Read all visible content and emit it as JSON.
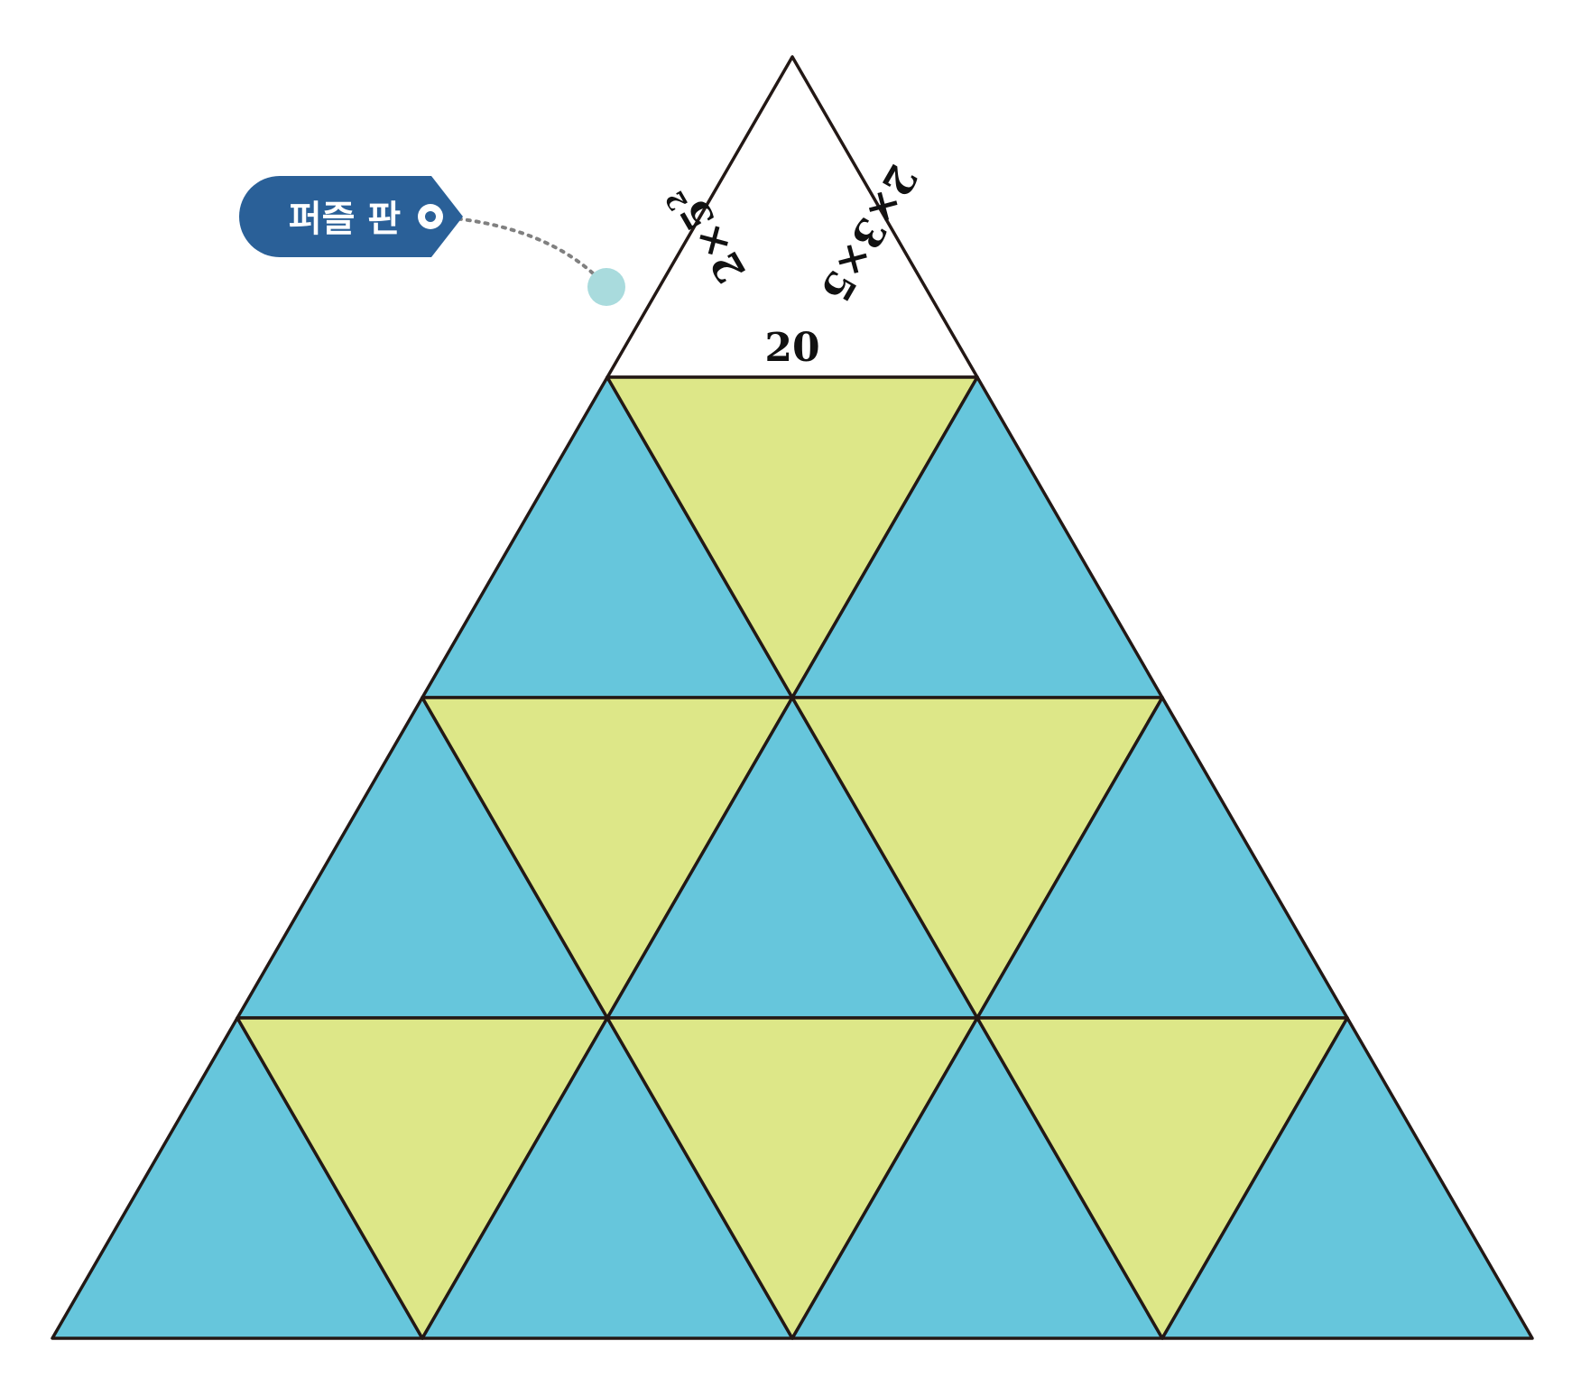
{
  "tag": {
    "label": "퍼즐 판"
  },
  "top_piece": {
    "bottom_value": "20",
    "left_base": "2×5",
    "left_exp": "2",
    "right_expr": "2×3×5"
  },
  "colors": {
    "upward": "#66c6dc",
    "downward": "#dde788",
    "top": "#ffffff",
    "stroke": "#231815",
    "tag_bg": "#2a6098",
    "pointer_dot": "#a9dbdd",
    "leader": "#808080"
  },
  "rows": [
    {
      "cells": [
        "top"
      ]
    },
    {
      "cells": [
        "upward",
        "downward",
        "upward"
      ]
    },
    {
      "cells": [
        "upward",
        "downward",
        "upward",
        "downward",
        "upward"
      ]
    },
    {
      "cells": [
        "upward",
        "downward",
        "upward",
        "downward",
        "upward",
        "downward",
        "upward"
      ]
    }
  ]
}
